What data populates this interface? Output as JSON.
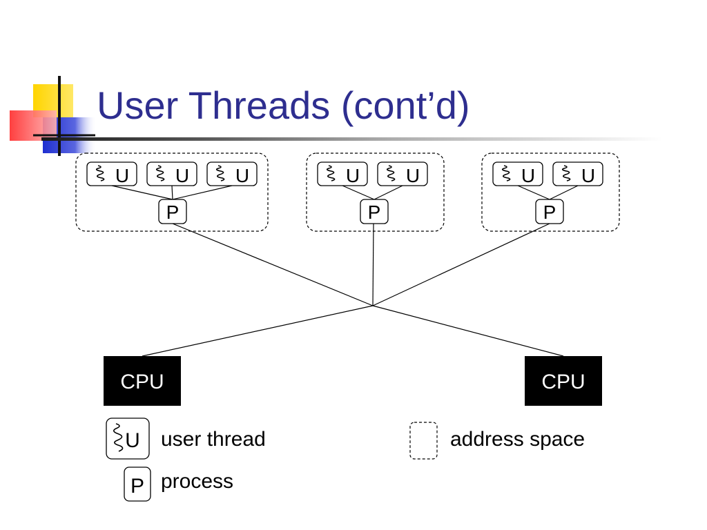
{
  "slide": {
    "title": "User Threads (cont’d)"
  },
  "diagram": {
    "thread_label": "U",
    "process_label": "P",
    "cpu_label": "CPU",
    "address_spaces": [
      {
        "thread_count": 3
      },
      {
        "thread_count": 2
      },
      {
        "thread_count": 2
      }
    ],
    "cpu_count": 2
  },
  "legend": {
    "thread_label": "U",
    "process_label": "P",
    "user_thread": "user thread",
    "process": "process",
    "address_space": "address space"
  },
  "colors": {
    "title": "#2e2e8f",
    "logo_yellow": "#ffd400",
    "logo_red": "#ff3333",
    "logo_blue": "#2233cc",
    "cpu_fill": "#000000",
    "cpu_text": "#ffffff"
  }
}
